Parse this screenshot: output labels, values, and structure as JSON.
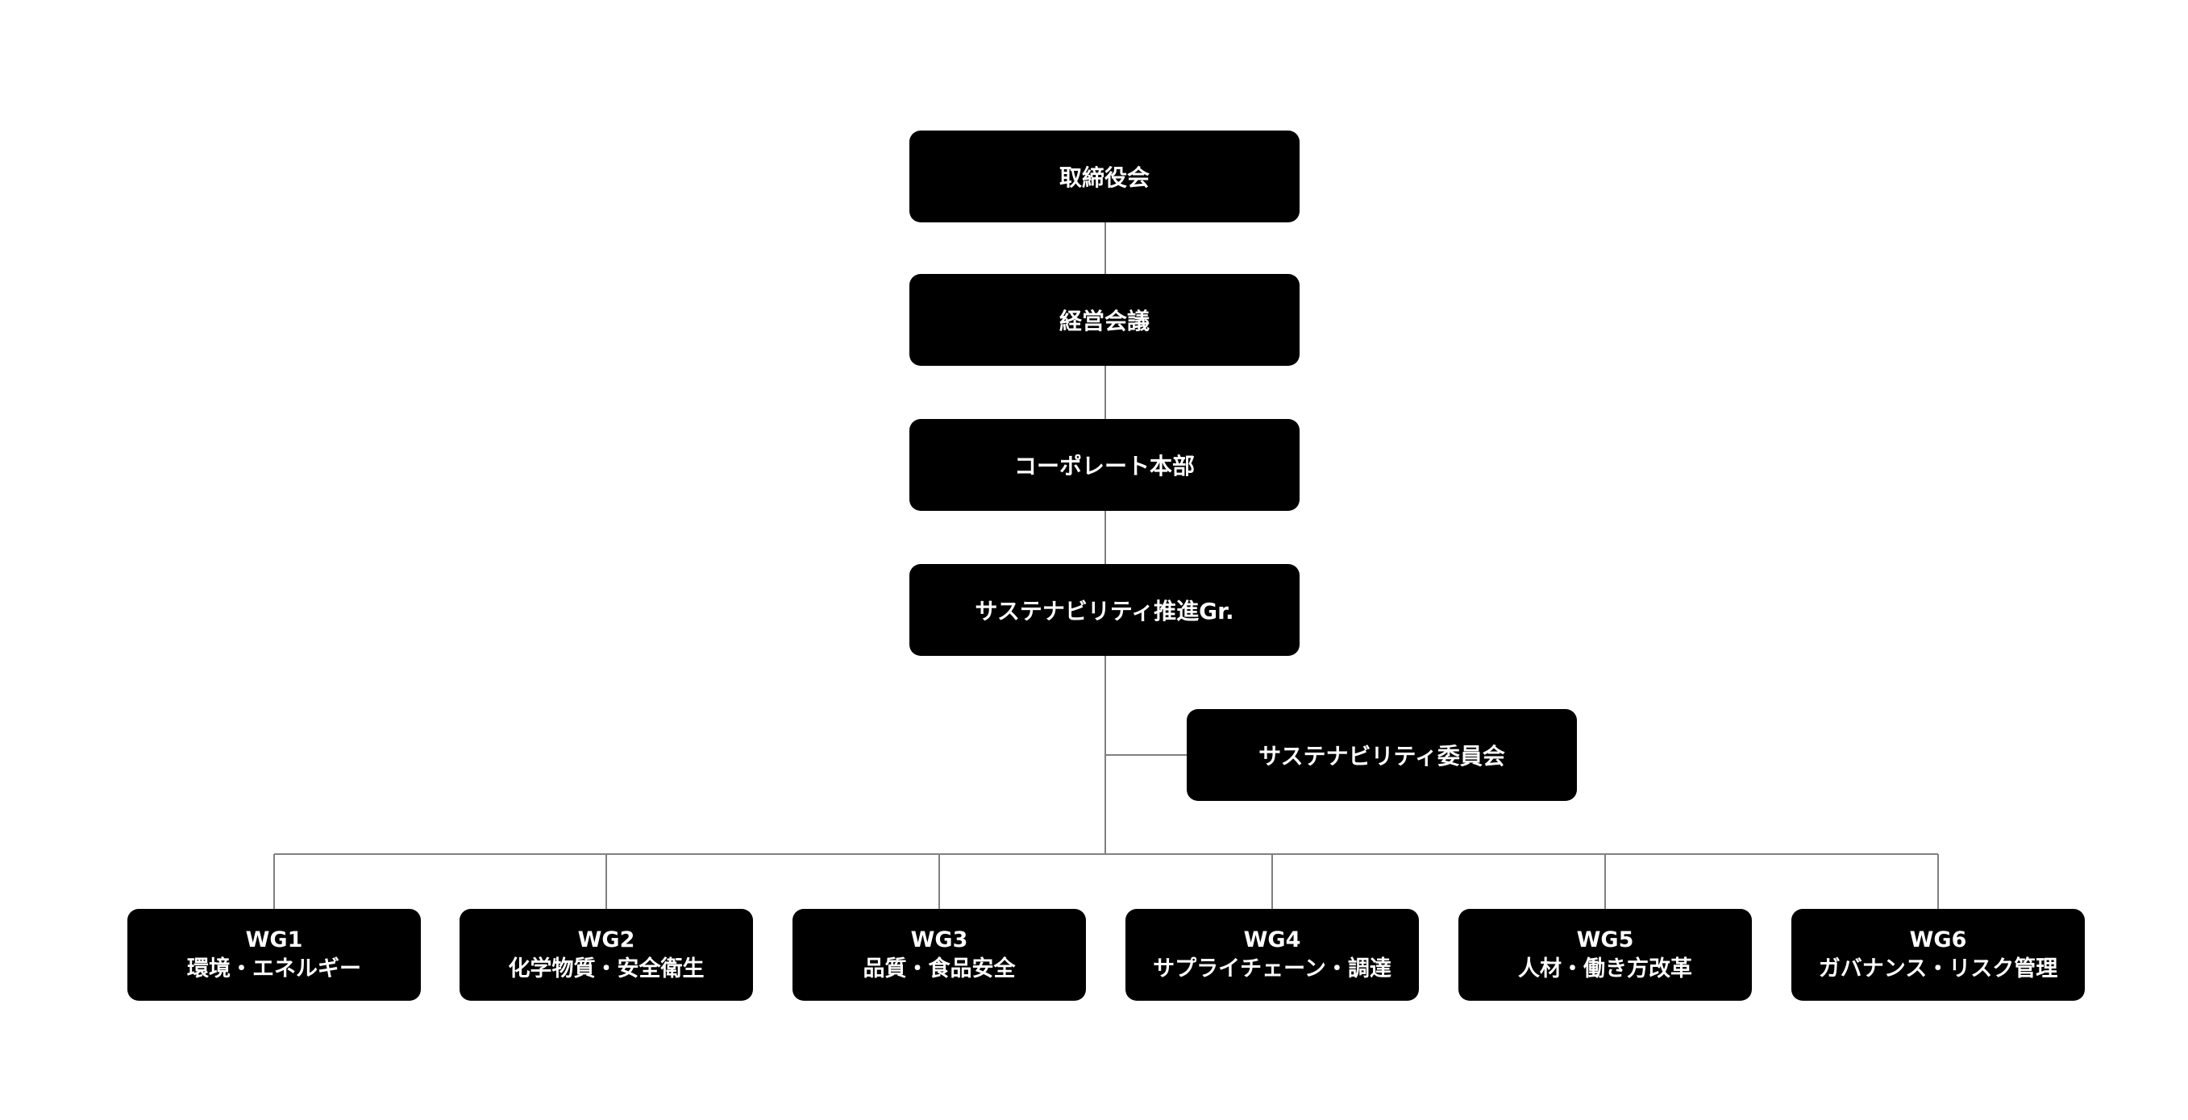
{
  "colors": {
    "box": "#000000",
    "text": "#ffffff",
    "line": "#808080",
    "background": "#ffffff"
  },
  "chain": [
    {
      "label": "取締役会"
    },
    {
      "label": "経営会議"
    },
    {
      "label": "コーポレート本部"
    },
    {
      "label": "サステナビリティ推進Gr."
    }
  ],
  "committee": {
    "label": "サステナビリティ委員会"
  },
  "working_groups": [
    {
      "code": "WG1",
      "title": "環境・エネルギー"
    },
    {
      "code": "WG2",
      "title": "化学物質・安全衛生"
    },
    {
      "code": "WG3",
      "title": "品質・食品安全"
    },
    {
      "code": "WG4",
      "title": "サプライチェーン・調達"
    },
    {
      "code": "WG5",
      "title": "人材・働き方改革"
    },
    {
      "code": "WG6",
      "title": "ガバナンス・リスク管理"
    }
  ]
}
